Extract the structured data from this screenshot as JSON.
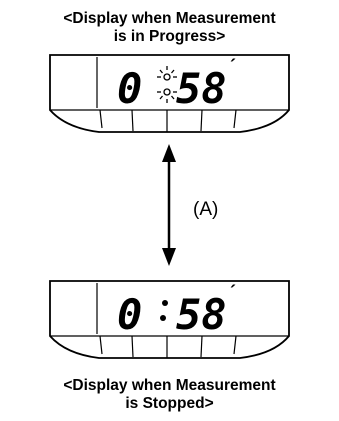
{
  "captions": {
    "top": {
      "line1": "<Display when Measurement",
      "line2": "is in Progress>"
    },
    "bottom": {
      "line1": "<Display when Measurement",
      "line2": "is Stopped>"
    }
  },
  "displays": {
    "in_progress": {
      "minutes": "0",
      "seconds": "58",
      "colon_blinking": true
    },
    "stopped": {
      "minutes": "0",
      "seconds": "58",
      "colon_blinking": false
    }
  },
  "arrow_label": "(A)"
}
